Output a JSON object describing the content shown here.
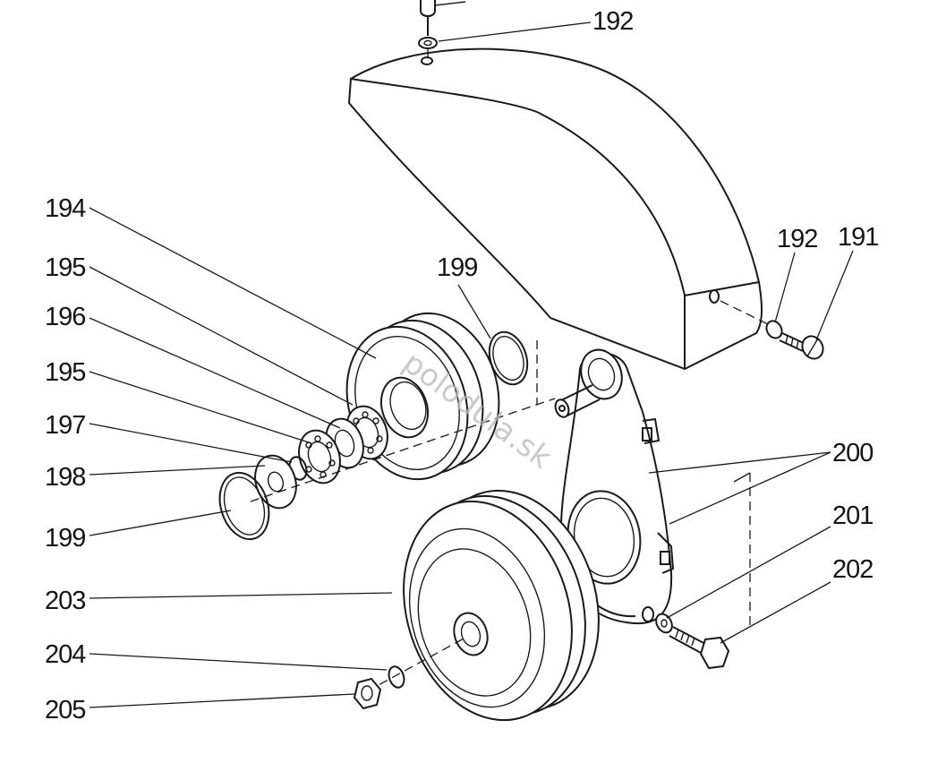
{
  "diagram": {
    "colors": {
      "highlight": "#b6e228",
      "ink": "#1a1a1a",
      "background": "#ffffff",
      "watermark": "#b9b9b9"
    },
    "watermark_text": "polodula.sk",
    "labels": {
      "l192_top": "192",
      "l192_right": "192",
      "l191": "191",
      "l194": "194",
      "l195_a": "195",
      "l196": "196",
      "l195_b": "195",
      "l197": "197",
      "l198": "198",
      "l199_top": "199",
      "l199_left": "199",
      "l200": "200",
      "l201": "201",
      "l202": "202",
      "l203": "203",
      "l204": "204",
      "l205": "205"
    }
  }
}
